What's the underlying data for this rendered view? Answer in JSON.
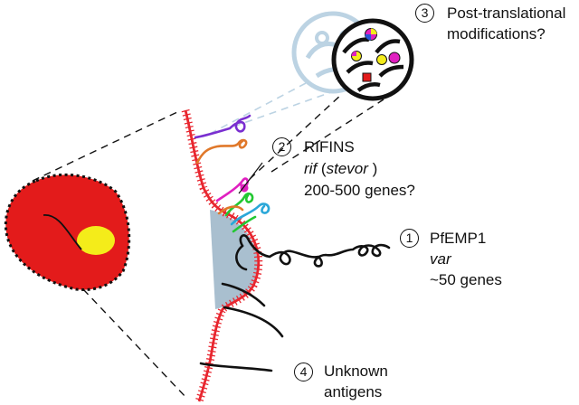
{
  "labels": {
    "ptm": {
      "number": "3",
      "line1": "Post-translational",
      "line2": "modifications?"
    },
    "rifins": {
      "number": "2",
      "title": "RIFINS",
      "gene_italic": "rif",
      "paren_open": " (",
      "gene2_italic": "stevor",
      "paren_close": " )",
      "count": "200-500 genes?"
    },
    "pfemp1": {
      "number": "1",
      "title": "PfEMP1",
      "gene_italic": "var",
      "count": "~50 genes"
    },
    "unknown": {
      "number": "4",
      "line1": "Unknown",
      "line2": "antigens"
    }
  },
  "colors": {
    "cell_red": "#e31b1b",
    "nucleus_yellow": "#f4ec1a",
    "membrane_red": "#e8262f",
    "knob_fill": "#a9bfcf",
    "faded_circle": "#bcd3e3",
    "rifin_purple": "#7a2fd0",
    "rifin_orange": "#e0782a",
    "rifin_magenta": "#e020c0",
    "rifin_green": "#22c832",
    "rifin_cyan": "#2aa7d8",
    "protein_black": "#111111"
  }
}
